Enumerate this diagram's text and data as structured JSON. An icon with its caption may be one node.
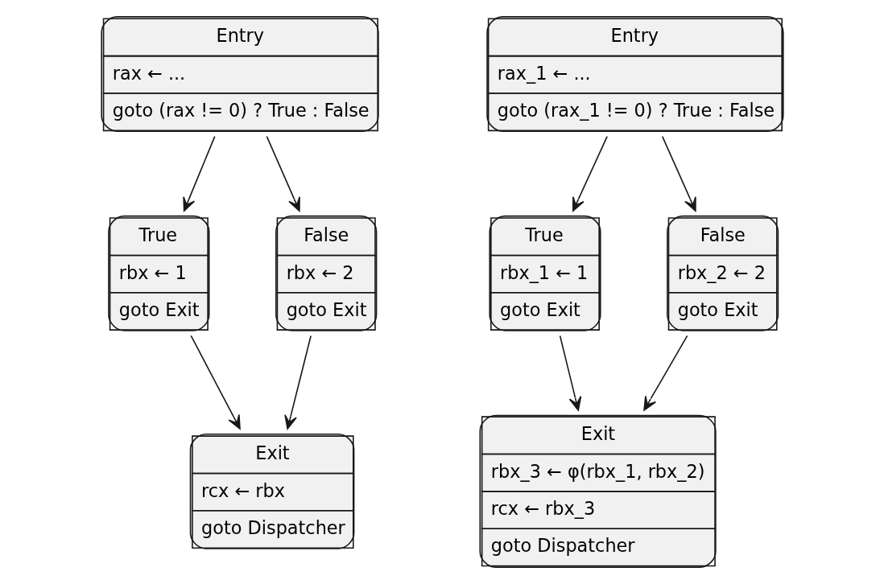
{
  "diagram": {
    "nodes": [
      {
        "text": [
          "Entry",
          "rax ← ...",
          "goto (rax != 0) ? True : False"
        ]
      },
      {
        "text": [
          "True",
          "rbx ← 1",
          "goto Exit"
        ]
      },
      {
        "text": [
          "False",
          "rbx ← 2",
          "goto Exit"
        ]
      },
      {
        "text": [
          "Exit",
          "rcx ← rbx",
          "goto Dispatcher"
        ]
      },
      {
        "text": [
          "Entry",
          "rax_1 ← ...",
          "goto (rax_1 != 0) ? True : False"
        ]
      },
      {
        "text": [
          "True",
          "rbx_1 ← 1",
          "goto Exit"
        ]
      },
      {
        "text": [
          "False",
          "rbx_2 ← 2",
          "goto Exit"
        ]
      },
      {
        "text": [
          "Exit",
          "rbx_3 ← φ(rbx_1, rbx_2)",
          "rcx ← rbx_3",
          "goto Dispatcher"
        ]
      }
    ],
    "edges": [
      {
        "from": 0,
        "to": 1,
        "arrow": "to"
      },
      {
        "from": 0,
        "to": 2,
        "arrow": "to"
      },
      {
        "from": 1,
        "to": 3,
        "arrow": "to"
      },
      {
        "from": 2,
        "to": 3,
        "arrow": "to"
      },
      {
        "from": 4,
        "to": 5,
        "arrow": "to"
      },
      {
        "from": 4,
        "to": 6,
        "arrow": "to"
      },
      {
        "from": 5,
        "to": 7,
        "arrow": "to"
      },
      {
        "from": 6,
        "to": 7,
        "arrow": "to"
      }
    ]
  }
}
